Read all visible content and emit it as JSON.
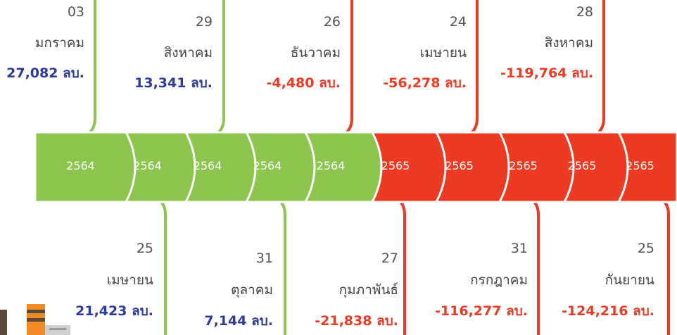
{
  "colors": {
    "profit": "#8cc64f",
    "loss": "#ee3a23",
    "profit_text": "#2e3a9c",
    "loss_text": "#ee3a23"
  },
  "top_events": [
    {
      "day": "03",
      "month": "มกราคม",
      "value": "27,082 ลบ.",
      "tone": "profit"
    },
    {
      "day": "29",
      "month": "สิงหาคม",
      "value": "13,341 ลบ.",
      "tone": "profit"
    },
    {
      "day": "26",
      "month": "ธันวาคม",
      "value": "-4,480 ลบ.",
      "tone": "loss"
    },
    {
      "day": "24",
      "month": "เมษายน",
      "value": "-56,278 ลบ.",
      "tone": "loss"
    },
    {
      "day": "28",
      "month": "สิงหาคม",
      "value": "-119,764 ลบ.",
      "tone": "loss"
    }
  ],
  "bottom_events": [
    {
      "day": "25",
      "month": "เมษายน",
      "value": "21,423 ลบ.",
      "tone": "profit"
    },
    {
      "day": "31",
      "month": "ตุลาคม",
      "value": "7,144 ลบ.",
      "tone": "profit"
    },
    {
      "day": "27",
      "month": "กุมภาพันธ์",
      "value": "-21,838 ลบ.",
      "tone": "loss"
    },
    {
      "day": "31",
      "month": "กรกฎาคม",
      "value": "-116,277 ลบ.",
      "tone": "loss"
    },
    {
      "day": "25",
      "month": "กันยายน",
      "value": "-124,216 ลบ.",
      "tone": "loss"
    }
  ],
  "segments": [
    {
      "year": "2564",
      "tone": "profit"
    },
    {
      "year": "2564",
      "tone": "profit"
    },
    {
      "year": "2564",
      "tone": "profit"
    },
    {
      "year": "2564",
      "tone": "profit"
    },
    {
      "year": "2564",
      "tone": "profit"
    },
    {
      "year": "2565",
      "tone": "loss"
    },
    {
      "year": "2565",
      "tone": "loss"
    },
    {
      "year": "2565",
      "tone": "loss"
    },
    {
      "year": "2565",
      "tone": "loss"
    },
    {
      "year": "2565",
      "tone": "loss"
    }
  ]
}
